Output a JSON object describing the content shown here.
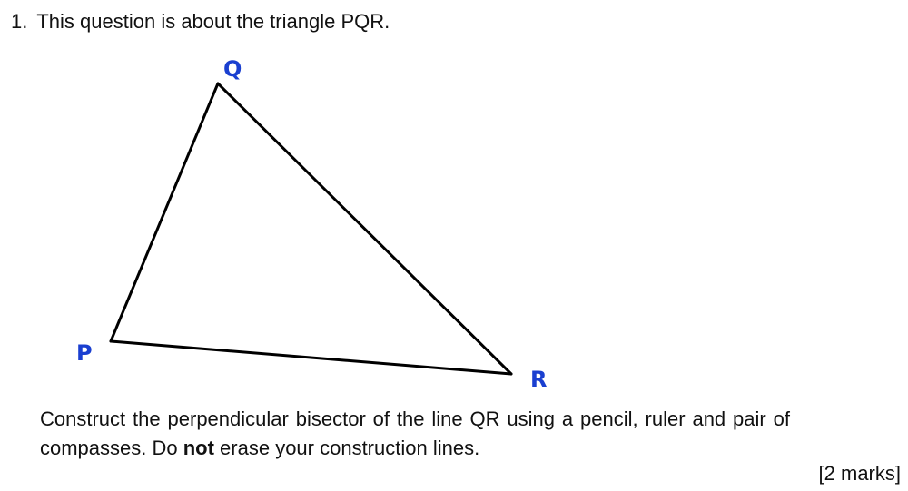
{
  "question": {
    "number": "1.",
    "stem": "This question is about the triangle PQR."
  },
  "triangle": {
    "vertices": {
      "P": {
        "label": "P"
      },
      "Q": {
        "label": "Q"
      },
      "R": {
        "label": "R"
      }
    },
    "label_color": "#1a3fd0",
    "line_color": "#000000"
  },
  "instruction": {
    "part1": "Construct the perpendicular bisector of the line QR using a pencil, ruler and pair of compasses. Do ",
    "emphasis": "not",
    "part2": " erase your construction lines."
  },
  "marks": "[2 marks]"
}
